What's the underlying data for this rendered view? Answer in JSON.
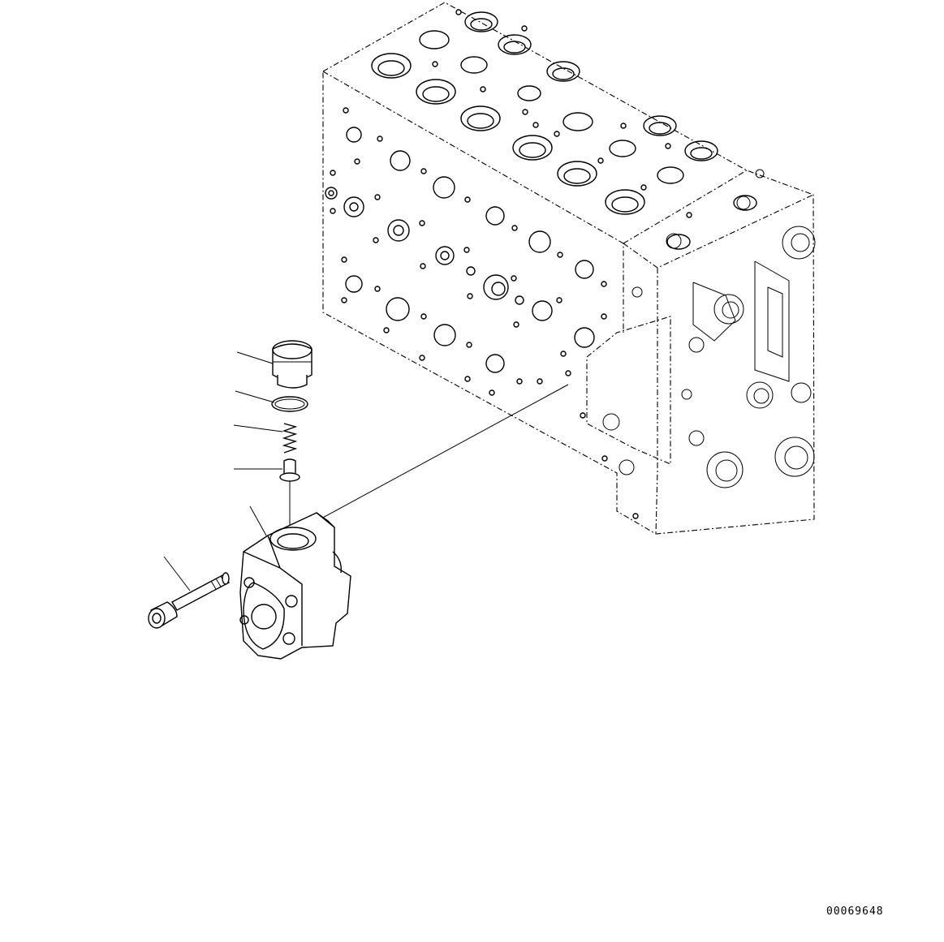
{
  "drawing": {
    "code": "00069648",
    "parts": [
      "valve-block",
      "plug",
      "o-ring",
      "spring",
      "poppet",
      "valve-body",
      "socket-bolt"
    ],
    "colors": {
      "line": "#000000",
      "background": "#ffffff"
    }
  }
}
